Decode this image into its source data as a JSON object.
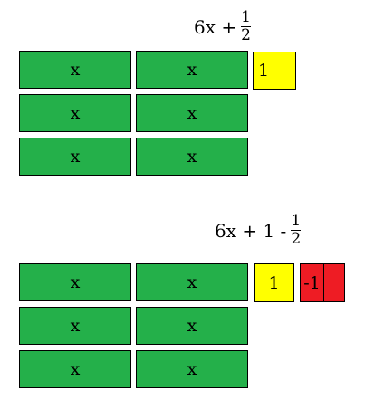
{
  "diagram1": {
    "expression": {
      "main": "6x + ",
      "frac_num": "1",
      "frac_den": "2"
    },
    "x_tiles": [
      "x",
      "x",
      "x",
      "x",
      "x",
      "x"
    ],
    "half_tile_label": "1"
  },
  "diagram2": {
    "expression": {
      "main": "6x + 1 - ",
      "frac_num": "1",
      "frac_den": "2"
    },
    "x_tiles": [
      "x",
      "x",
      "x",
      "x",
      "x",
      "x"
    ],
    "unit_tile_label": "1",
    "neg_half_tile_label": "-1"
  },
  "colors": {
    "x_tile": "#24b04a",
    "positive_unit": "#ffff00",
    "negative_unit": "#ee1c24"
  }
}
